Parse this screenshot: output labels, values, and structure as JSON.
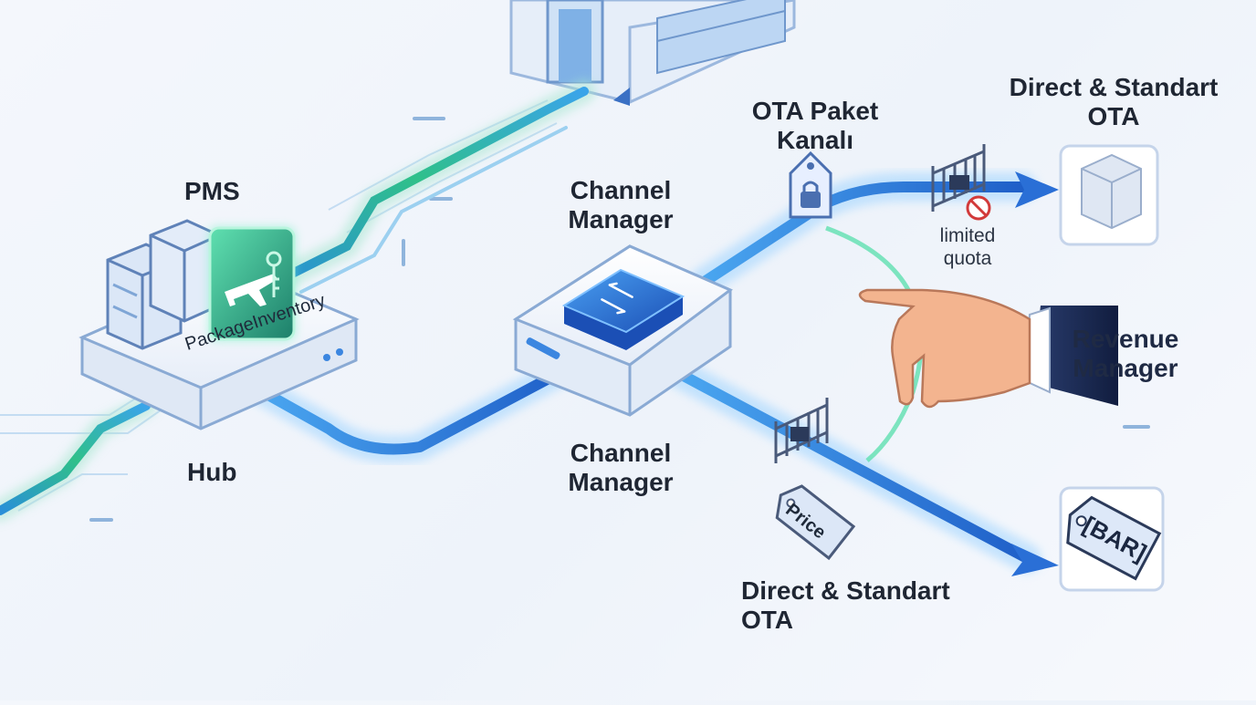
{
  "labels": {
    "pms": "PMS",
    "hub": "Hub",
    "package_inventory": "PackageInventory",
    "channel_manager_top": "Channel Manager",
    "channel_manager_bottom": "Channel Manager",
    "ota_paket_kanali": "OTA Paket Kanalı",
    "direct_standart_ota_top": "Direct & Standart OTA",
    "direct_standart_ota_bottom": "Direct & Standart OTA",
    "limited_quota": "limited quota",
    "revenue_manager": "Revenue Manager",
    "price_tag": "Price",
    "bar_tag": "[BAR]"
  },
  "icons": [
    "building-icon",
    "server-rack-icon",
    "airplane-icon",
    "key-icon",
    "switch-arrows-icon",
    "lock-icon",
    "gate-icon",
    "no-entry-icon",
    "box-icon",
    "hand-icon",
    "price-tag-icon",
    "bar-tag-icon"
  ],
  "colors": {
    "pipe_blue": "#2f7fe0",
    "pipe_glow": "#9fd4ff",
    "pipe_green": "#2fbf8a",
    "hand_skin": "#f3b48f",
    "sleeve_navy": "#1d2f5c",
    "accent_green": "#29c98a"
  }
}
